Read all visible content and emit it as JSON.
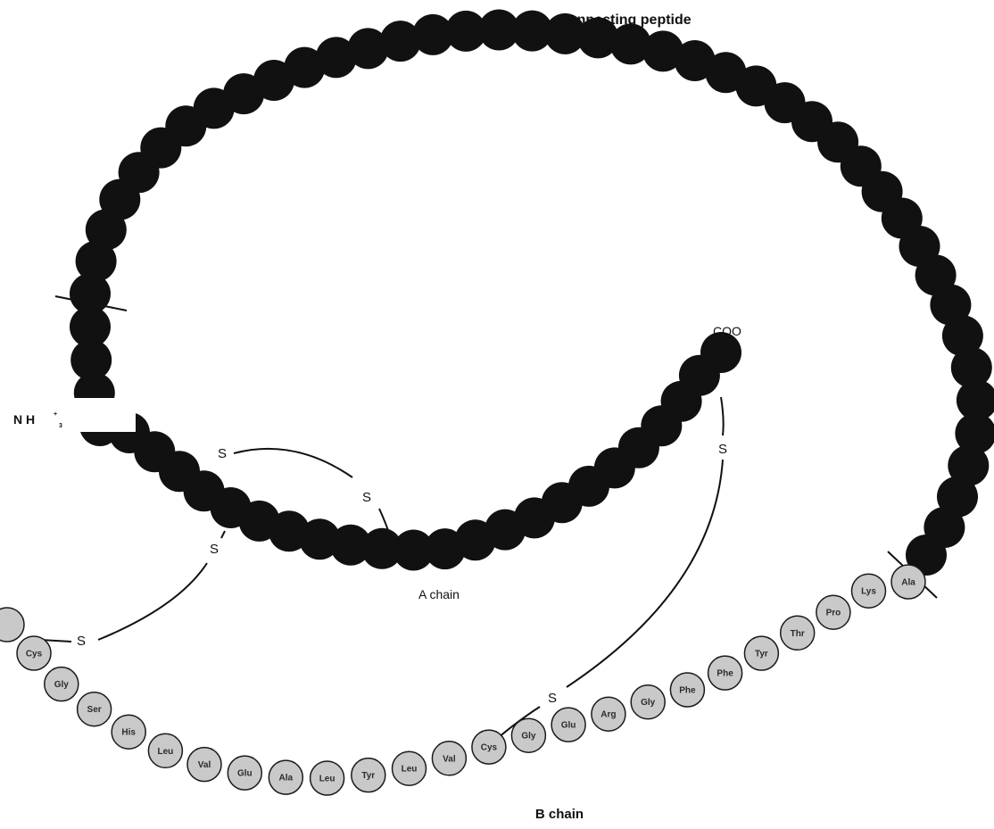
{
  "labels": {
    "connecting_peptide": "Connecting peptide",
    "a_chain": "A chain",
    "b_chain": "B chain",
    "c_terminus": "COO",
    "n_terminus": "N H",
    "n_terminus_sup": "+",
    "n_terminus_sub": "3",
    "sulfur": "S"
  },
  "b_chain_residues": [
    "Cys",
    "Gly",
    "Ser",
    "His",
    "Leu",
    "Val",
    "Glu",
    "Ala",
    "Leu",
    "Tyr",
    "Leu",
    "Val",
    "Cys",
    "Gly",
    "Glu",
    "Arg",
    "Gly",
    "Phe",
    "Phe",
    "Tyr",
    "Thr",
    "Pro",
    "Lys",
    "Ala"
  ],
  "colors": {
    "bead_dark": "#111111",
    "bead_light": "#c9c9c9",
    "bead_light_stroke": "#1a1a1a",
    "line": "#111111"
  }
}
